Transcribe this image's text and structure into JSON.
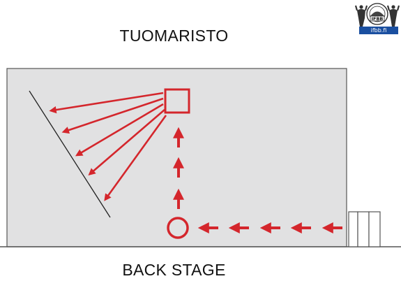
{
  "labels": {
    "top": "TUOMARISTO",
    "bottom": "BACK STAGE"
  },
  "logo": {
    "emblem_text": "IFBB",
    "caption": "ifbb.fi",
    "icon": "ifbb-logo-icon"
  },
  "colors": {
    "stage_fill": "#e1e1e2",
    "stage_border": "#555555",
    "arrow": "#d4262c",
    "logo_blue": "#1a4fa0"
  }
}
